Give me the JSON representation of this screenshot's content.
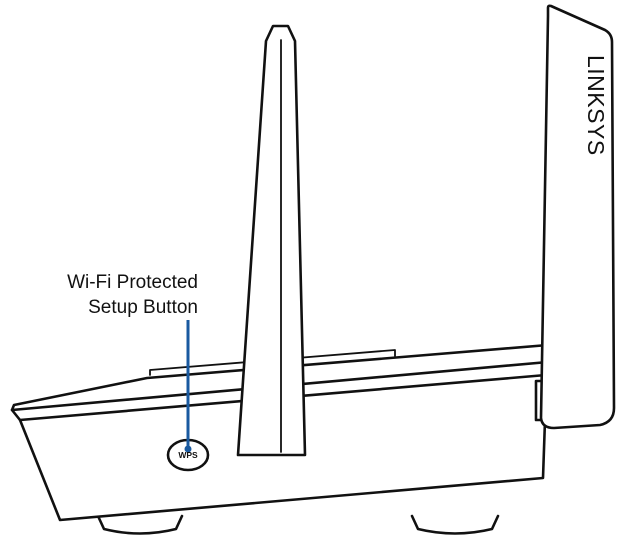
{
  "callout": {
    "line1": "Wi-Fi Protected",
    "line2": "Setup Button",
    "accent_color": "#1a5aa0"
  },
  "wps_button": {
    "label": "WPS"
  },
  "logo": {
    "text": "LINKSYS"
  },
  "colors": {
    "outline": "#111111",
    "background": "#ffffff",
    "callout_line": "#1a5aa0"
  }
}
